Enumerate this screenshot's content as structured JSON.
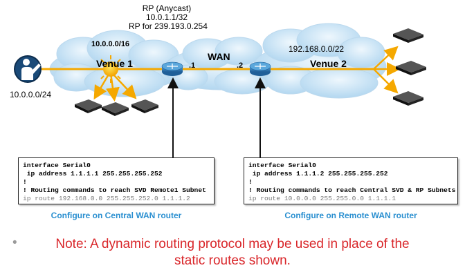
{
  "rp_label": {
    "line1": "RP (Anycast)",
    "line2": "10.0.1.1/32",
    "line3": "RP for 239.193.0.254"
  },
  "venue1": {
    "subnet": "10.0.0.0/16",
    "name": "Venue 1"
  },
  "venue2": {
    "subnet": "192.168.0.0/22",
    "name": "Venue 2"
  },
  "wan": {
    "name": "WAN",
    "addr_left": ".1",
    "addr_right": ".2"
  },
  "source_subnet": "10.0.0.0/24",
  "central_config": {
    "lines": [
      "interface Serial0",
      " ip address 1.1.1.1 255.255.255.252",
      "!",
      "! Routing commands to reach SVD Remote1 Subnet"
    ],
    "route": "ip route 192.168.0.0 255.255.252.0 1.1.1.2",
    "caption": "Configure on Central WAN router"
  },
  "remote_config": {
    "lines": [
      "interface Serial0",
      " ip address 1.1.1.2 255.255.255.252",
      "!",
      "! Routing commands to reach Central SVD & RP Subnets"
    ],
    "route": "ip route 10.0.0.0 255.255.0.0 1.1.1.1",
    "caption": "Configure on Remote WAN router"
  },
  "note": {
    "bullet": "•",
    "line1": "Note: A dynamic routing protocol may be used in place of the",
    "line2": "static routes shown."
  },
  "colors": {
    "stream": "#f5a800",
    "cloud": "#c9e4f5",
    "caption": "#2a8fd0",
    "note": "#d9262a",
    "router": "#2f7bbd"
  }
}
